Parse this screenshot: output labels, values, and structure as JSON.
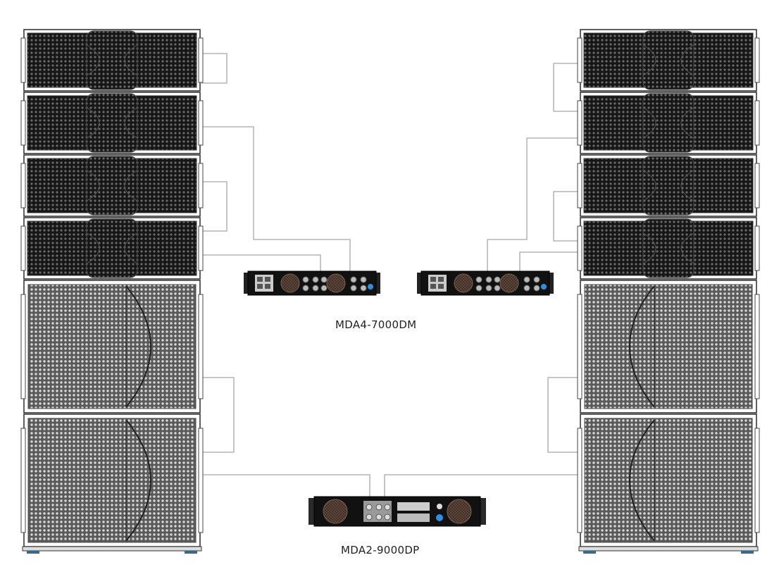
{
  "labels": {
    "amp_4ch_model": "MDA4-7000DM",
    "amp_2ch_model": "MDA2-9000DP"
  },
  "colors": {
    "background": "#ffffff",
    "cabinet_dark": "#151515",
    "cabinet_outline": "#2b2b2b",
    "sub_grille": "#9a9a9a",
    "amp_panel": "#111111",
    "amp_knob": "#2e8fe0",
    "cable": "#a8a8a8"
  },
  "stacks": [
    {
      "side": "left",
      "line_array_modules": 4,
      "subwoofers": 2
    },
    {
      "side": "right",
      "line_array_modules": 4,
      "subwoofers": 2
    }
  ]
}
